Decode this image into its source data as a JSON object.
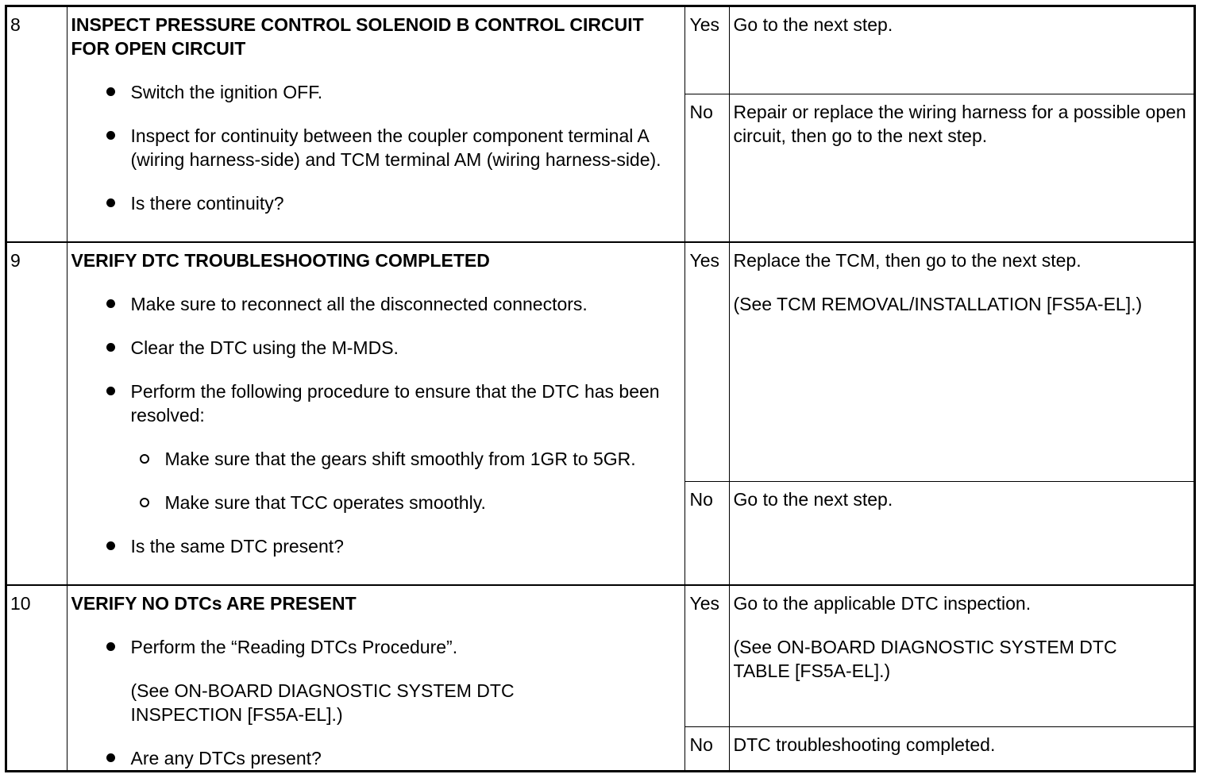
{
  "steps": [
    {
      "num": "8",
      "title": "INSPECT PRESSURE CONTROL SOLENOID B CONTROL CIRCUIT FOR OPEN CIRCUIT",
      "bullets": [
        "Switch the ignition OFF.",
        "Inspect for continuity between the coupler component terminal A (wiring harness-side) and TCM terminal AM (wiring harness-side).",
        "Is there continuity?"
      ],
      "yes_label": "Yes",
      "yes_action": "Go to the next step.",
      "no_label": "No",
      "no_action": "Repair or replace the wiring harness for a possible open circuit, then go to the next step."
    },
    {
      "num": "9",
      "title": "VERIFY DTC TROUBLESHOOTING COMPLETED",
      "bullets": [
        "Make sure to reconnect all the disconnected connectors.",
        "Clear the DTC using the M-MDS.",
        "Perform the following procedure to ensure that the DTC has been resolved:",
        "Is the same DTC present?"
      ],
      "sub_bullets": [
        "Make sure that the gears shift smoothly from 1GR to 5GR.",
        "Make sure that TCC operates smoothly."
      ],
      "yes_label": "Yes",
      "yes_action": "Replace the TCM, then go to the next step.",
      "yes_note": "(See TCM REMOVAL/INSTALLATION [FS5A-EL].)",
      "no_label": "No",
      "no_action": "Go to the next step."
    },
    {
      "num": "10",
      "title": "VERIFY NO DTCs ARE PRESENT",
      "bullets": [
        "Perform the “Reading DTCs Procedure”.",
        "Are any DTCs present?"
      ],
      "bullet_note": "(See ON-BOARD DIAGNOSTIC SYSTEM DTC INSPECTION [FS5A-EL].)",
      "yes_label": "Yes",
      "yes_action": "Go to the applicable DTC inspection.",
      "yes_note": "(See ON-BOARD DIAGNOSTIC SYSTEM DTC TABLE [FS5A-EL].)",
      "no_label": "No",
      "no_action": "DTC troubleshooting completed."
    }
  ]
}
